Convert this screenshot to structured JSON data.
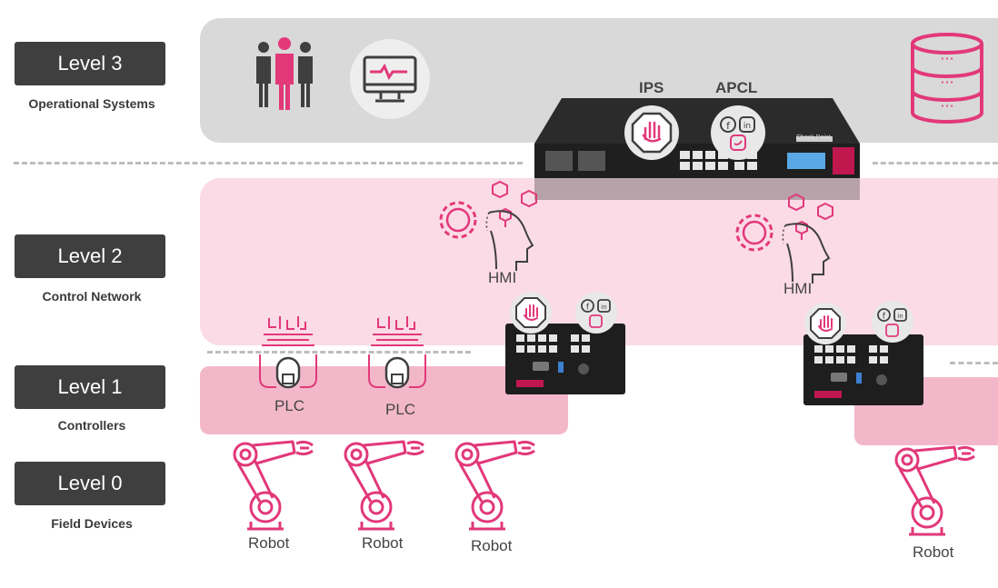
{
  "levels": [
    {
      "label": "Level 3",
      "sub": "Operational Systems"
    },
    {
      "label": "Level 2",
      "sub": "Control Network"
    },
    {
      "label": "Level 1",
      "sub": "Controllers"
    },
    {
      "label": "Level 0",
      "sub": "Field Devices"
    }
  ],
  "gateway": {
    "ips_label": "IPS",
    "apcl_label": "APCL",
    "brand": "Check Point"
  },
  "hmi_label": "HMI",
  "plc_label": "PLC",
  "robot_label": "Robot",
  "colors": {
    "accent": "#e2387a",
    "level_box": "#3f3f3f",
    "level3_band": "#d9d9d9",
    "level2_band": "#fbdbe5",
    "level1_band": "#f2b8c9"
  }
}
